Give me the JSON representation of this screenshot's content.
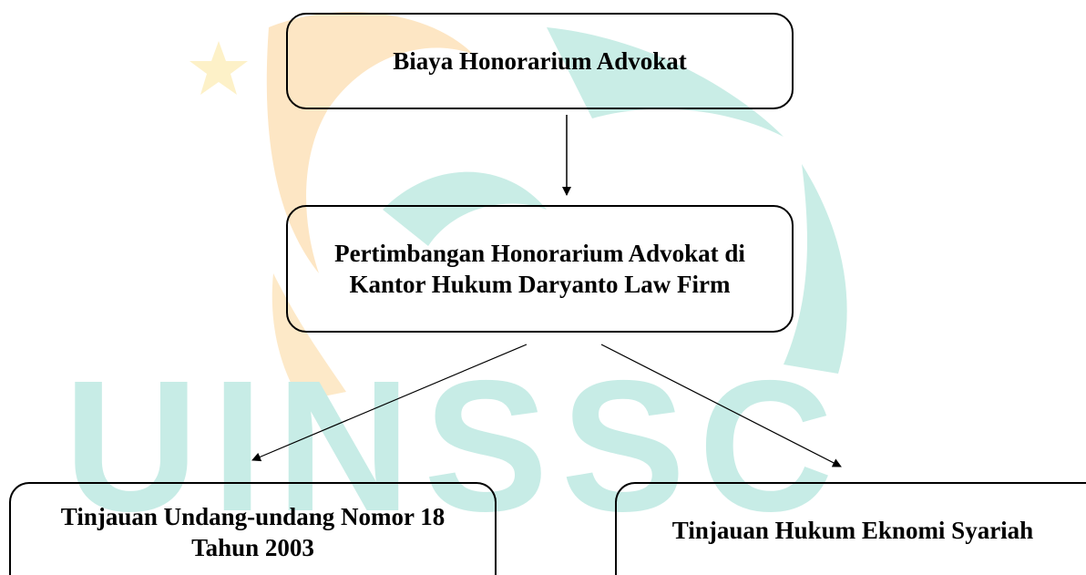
{
  "diagram": {
    "nodes": {
      "top": {
        "text": "Biaya Honorarium Advokat"
      },
      "middle": {
        "text": "Pertimbangan Honorarium Advokat di Kantor Hukum Daryanto Law Firm"
      },
      "left": {
        "text": "Tinjauan Undang-undang Nomor 18 Tahun 2003"
      },
      "right": {
        "text": "Tinjauan Hukum Eknomi Syariah"
      }
    },
    "edges": [
      {
        "from": "top",
        "to": "middle"
      },
      {
        "from": "middle",
        "to": "left"
      },
      {
        "from": "middle",
        "to": "right"
      }
    ]
  },
  "watermark": {
    "text": "UINSSC",
    "colors": {
      "green": "#bfe9e2",
      "orange": "#fbe5c4",
      "yellow": "#fdf3cf"
    }
  }
}
